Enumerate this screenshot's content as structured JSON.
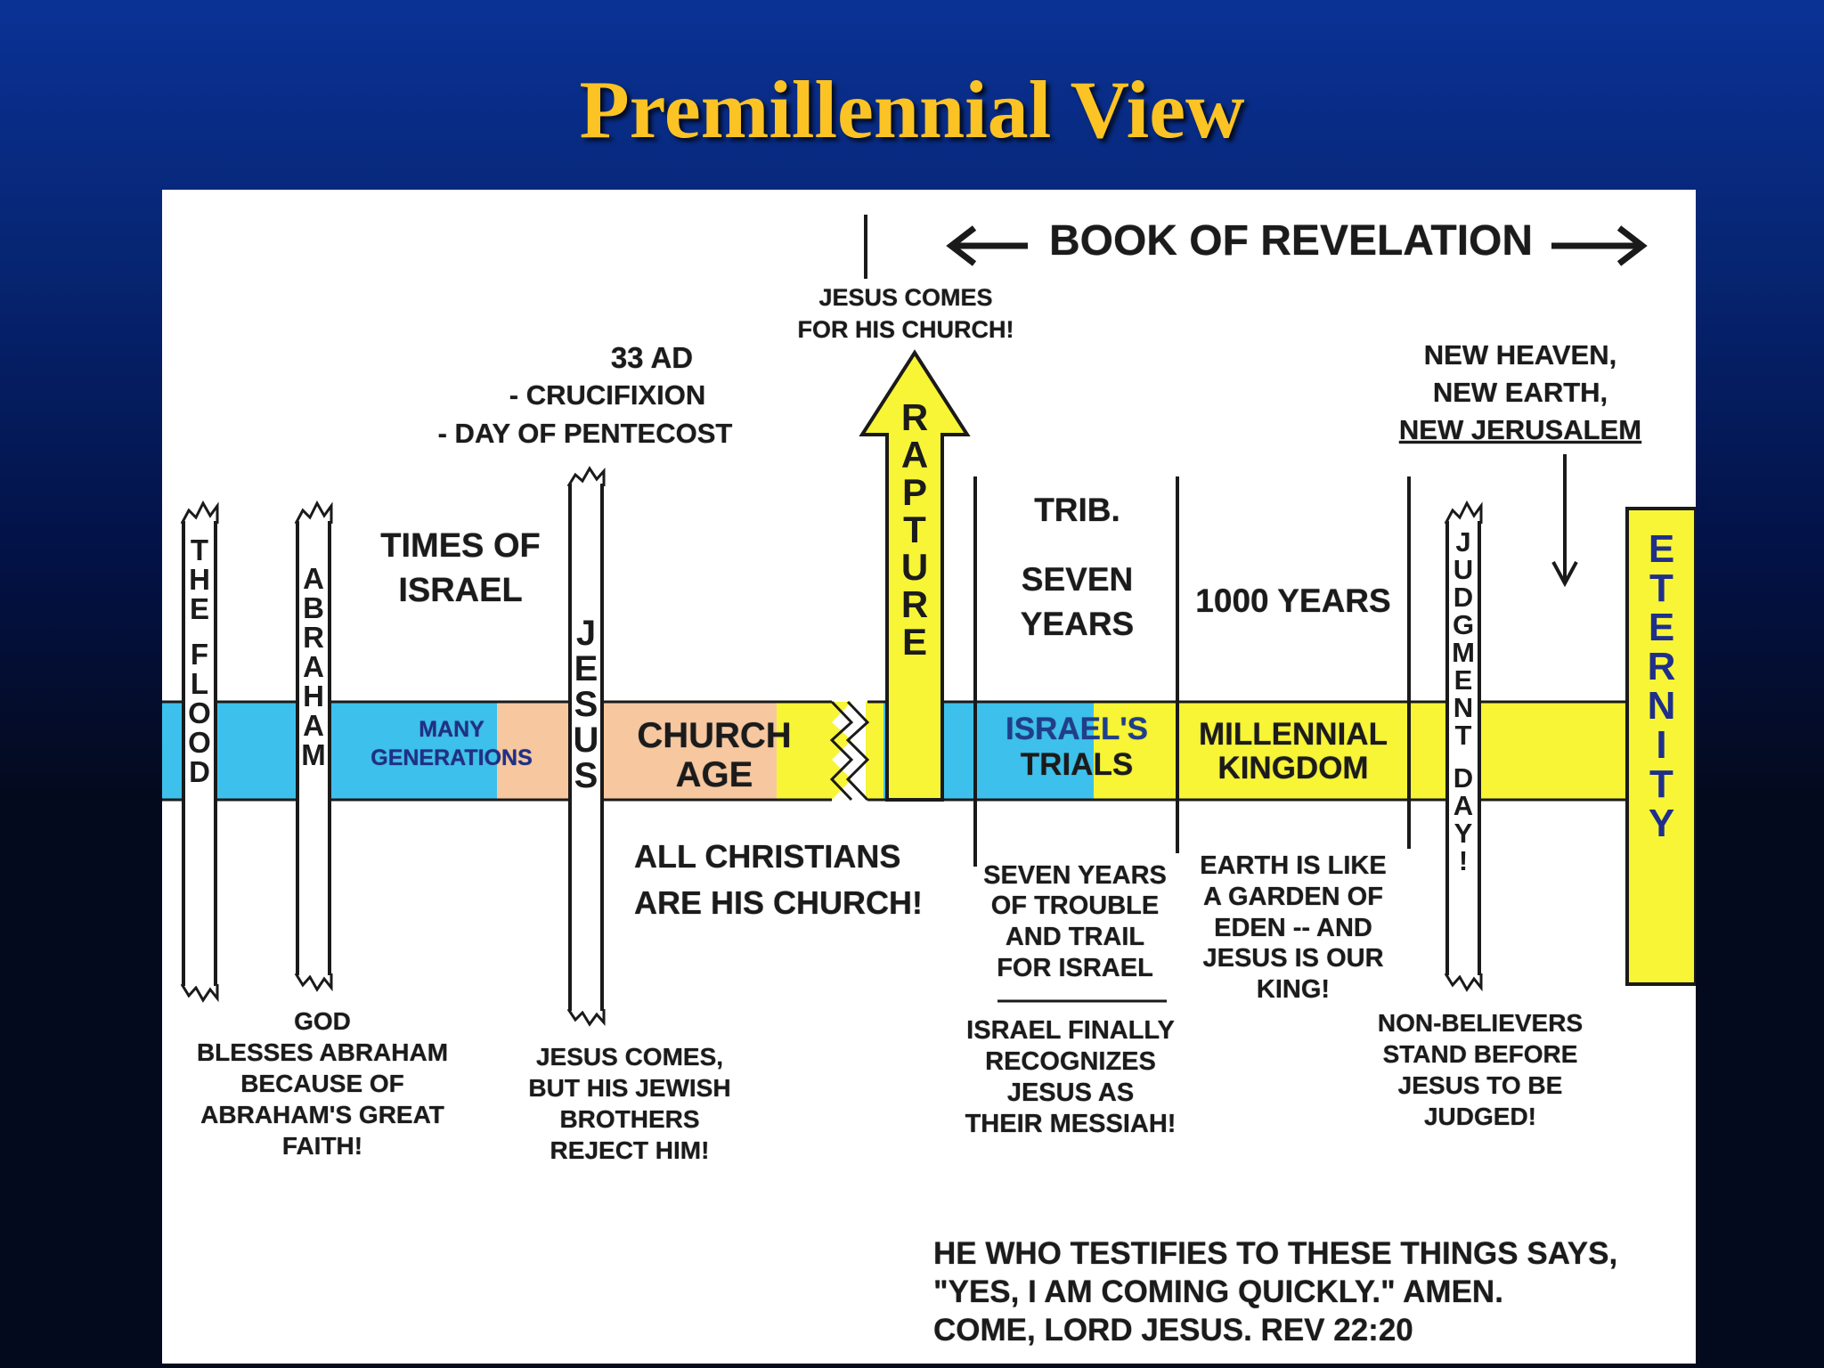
{
  "slide": {
    "title": "Premillennial View"
  },
  "colors": {
    "title": "#fcc324",
    "cyan": "#3dc1ec",
    "yellow": "#f7f536",
    "peach": "#f7c8a0",
    "ink": "#1b1b1b"
  },
  "header": {
    "book_of_revelation": "BOOK OF REVELATION"
  },
  "rapture": {
    "caption_line1": "JESUS COMES",
    "caption_line2": "FOR HIS CHURCH!",
    "word": "RAPTURE"
  },
  "timeline": {
    "the_flood": "THE FLOOD",
    "abraham": "ABRAHAM",
    "jesus": "JESUS",
    "judgment_day": "JUDGMENT DAY!",
    "eternity": "ETERNITY",
    "times_of_israel_1": "TIMES OF",
    "times_of_israel_2": "ISRAEL",
    "many_generations_1": "MANY",
    "many_generations_2": "GENERATIONS",
    "church_age_1": "CHURCH",
    "church_age_2": "AGE",
    "israels_trials_1": "ISRAEL'S",
    "israels_trials_2": "TRIALS",
    "millennial_kingdom_1": "MILLENNIAL",
    "millennial_kingdom_2": "KINGDOM",
    "trib": "TRIB.",
    "seven_years_1": "SEVEN",
    "seven_years_2": "YEARS",
    "thousand_years": "1000 YEARS"
  },
  "ad33": {
    "line1": "33 AD",
    "line2": "- CRUCIFIXION",
    "line3": "- DAY OF PENTECOST"
  },
  "new_heaven": {
    "line1": "NEW HEAVEN,",
    "line2": "NEW EARTH,",
    "line3": "NEW JERUSALEM"
  },
  "notes": {
    "all_christians_1": "ALL CHRISTIANS",
    "all_christians_2": "ARE HIS CHURCH!",
    "seven_years_trouble_1": "SEVEN YEARS",
    "seven_years_trouble_2": "OF TROUBLE",
    "seven_years_trouble_3": "AND TRAIL",
    "seven_years_trouble_4": "FOR ISRAEL",
    "israel_recognizes_1": "ISRAEL FINALLY",
    "israel_recognizes_2": "RECOGNIZES",
    "israel_recognizes_3": "JESUS AS",
    "israel_recognizes_4": "THEIR MESSIAH!",
    "earth_garden_1": "EARTH IS LIKE",
    "earth_garden_2": "A GARDEN OF",
    "earth_garden_3": "EDEN -- AND",
    "earth_garden_4": "JESUS IS OUR",
    "earth_garden_5": "KING!",
    "god_blesses_1": "GOD",
    "god_blesses_2": "BLESSES ABRAHAM",
    "god_blesses_3": "BECAUSE OF",
    "god_blesses_4": "ABRAHAM'S GREAT",
    "god_blesses_5": "FAITH!",
    "jesus_comes_1": "JESUS COMES,",
    "jesus_comes_2": "BUT HIS JEWISH",
    "jesus_comes_3": "BROTHERS",
    "jesus_comes_4": "REJECT HIM!",
    "non_believers_1": "NON-BELIEVERS",
    "non_believers_2": "STAND BEFORE",
    "non_believers_3": "JESUS TO BE",
    "non_believers_4": "JUDGED!"
  },
  "quote": {
    "line1": "HE WHO TESTIFIES TO THESE THINGS SAYS,",
    "line2": "\"YES, I AM COMING QUICKLY.\"  AMEN.",
    "line3": "COME, LORD JESUS.   REV 22:20"
  }
}
